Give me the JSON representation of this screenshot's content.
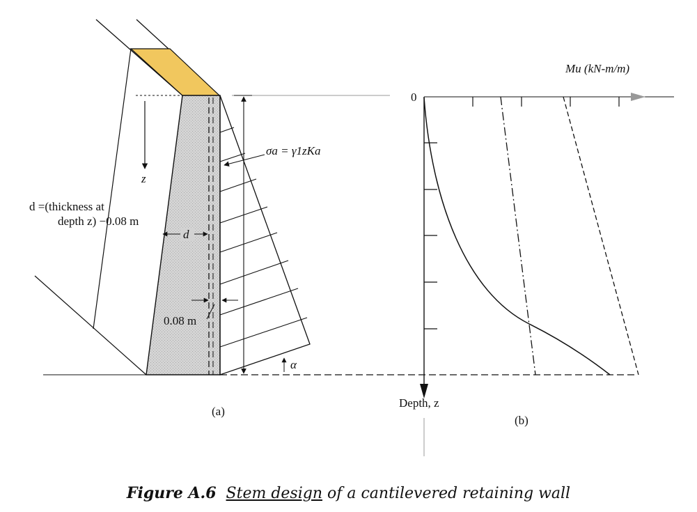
{
  "figure": {
    "caption_number": "Figure A.6",
    "caption_underlined": "Stem design",
    "caption_rest": "of a cantilevered retaining wall"
  },
  "panel_a": {
    "label": "(a)",
    "d_def_line1": "d =(thickness at",
    "d_def_line2": "depth z) −0.08 m",
    "d_dim": "d",
    "cover_dim": "0.08 m",
    "z_label": "z",
    "pressure_label": "σa = γ1zKa",
    "alpha_label": "α"
  },
  "panel_b": {
    "label": "(b)",
    "x_axis_label": "Mu (kN-m/m)",
    "origin_label": "0",
    "y_axis_label": "Depth, z"
  },
  "colors": {
    "wall_fill": "#d2d2d2",
    "backfill_cap": "#f1c75e",
    "ink": "#111111"
  }
}
